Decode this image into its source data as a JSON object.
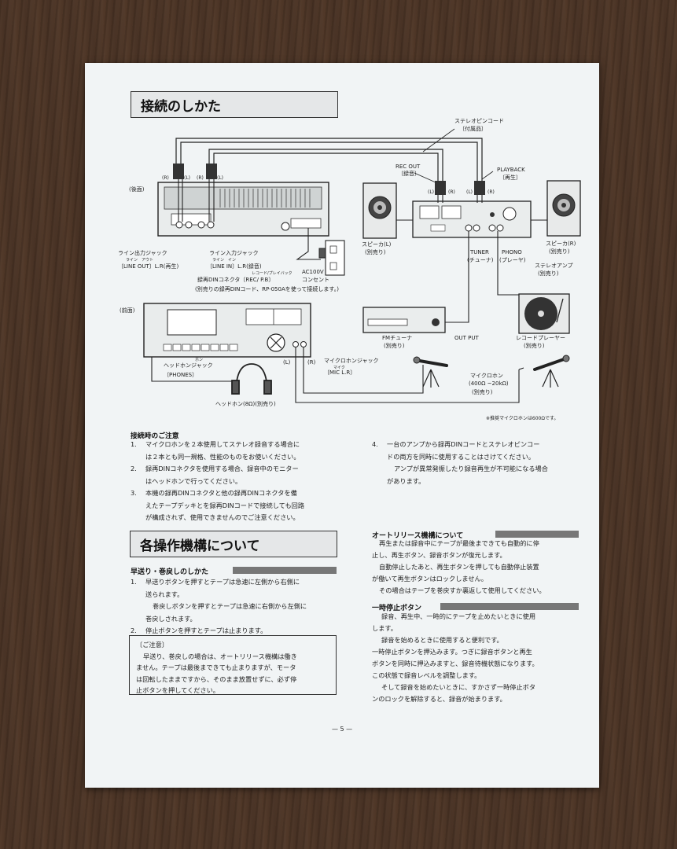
{
  "connect_section": {
    "title": "接続のしかた",
    "labels": {
      "stereo_pin_cord": "ステレオピンコード",
      "supplied": "〔付属品〕",
      "rec_out": "REC OUT",
      "rec_out_jp": "〔録音〕",
      "playback": "PLAYBACK",
      "playback_jp": "〔再生〕",
      "rear": "(後面)",
      "front": "(前面)",
      "r": "(R)",
      "l": "(L)",
      "line_out_jack": "ライン出力ジャック",
      "line_out_ruby": "ライン　アウト",
      "line_out": "〔LINE OUT〕L.R(再生)",
      "line_in_jack": "ライン入力ジャック",
      "line_in_ruby": "ライン　イン",
      "line_in": "〔LINE IN〕L.R(録音)",
      "din_ruby": "レコード/プレイバック",
      "din": "録再DINコネクタ〔REC/ P.B〕",
      "din_note": "(別売りの録再DINコード、RP-050Aを使って接続します。)",
      "ac100v": "AC100V",
      "outlet": "コンセント",
      "speaker_l": "スピーカ(L)",
      "speaker_r": "スピーカ(R)",
      "sold_separately": "(別売り)",
      "tuner": "TUNER",
      "tuner_jp": "(チューナ)",
      "phono": "PHONO",
      "phono_jp": "(プレーヤ)",
      "stereo_amp": "ステレオアンプ",
      "fm_tuner": "FMチューナ",
      "output": "OUT PUT",
      "record_player": "レコードプレーヤー",
      "headphone_jack": "ヘッドホンジャック",
      "phones_ruby": "ホン",
      "phones": "〔PHONES〕",
      "mic_jack": "マイクロホンジャック",
      "mic_ruby": "マイク",
      "mic": "〔MIC L.R〕",
      "headphone": "ヘッドホン(8Ω)(別売り)",
      "microphone": "マイクロホン",
      "mic_spec": "(400Ω ~20kΩ)",
      "recommended_mic": "※推奨マイクロホンは600Ωです。"
    }
  },
  "cautions": {
    "title": "接続時のご注意",
    "items_left": [
      [
        "1.",
        "マイクロホンを２本使用してステレオ録音する場合に"
      ],
      [
        "",
        "は２本とも同一規格、性能のものをお使いください。"
      ],
      [
        "2.",
        "録再DINコネクタを使用する場合、録音中のモニター"
      ],
      [
        "",
        "はヘッドホンで行ってください。"
      ],
      [
        "3.",
        "本機の録再DINコネクタと他の録再DINコネクタを備"
      ],
      [
        "",
        "えたテープデッキとを録再DINコードで接続しても回路"
      ],
      [
        "",
        "が構成されず、使用できませんのでご注意ください。"
      ]
    ],
    "items_right": [
      [
        "4.",
        "一台のアンプから録再DINコードとステレオピンコー"
      ],
      [
        "",
        "ドの両方を同時に使用することはさけてください。"
      ],
      [
        "",
        "アンプが異常発振したり録音再生が不可能になる場合"
      ],
      [
        "",
        "があります。"
      ]
    ]
  },
  "operation_section": {
    "title": "各操作機構について",
    "ff_rew": {
      "title": "早送り・巻戻しのしかた",
      "lines": [
        [
          "1.",
          "早送りボタンを押すとテープは急速に左側から右側に"
        ],
        [
          "",
          "送られます。"
        ],
        [
          "",
          "巻戻しボタンを押すとテープは急速に右側から左側に"
        ],
        [
          "",
          "巻戻しされます。"
        ],
        [
          "2.",
          "停止ボタンを押すとテープは止まります。"
        ]
      ]
    },
    "note": {
      "title": "〔ご注意〕",
      "lines": [
        "早送り、巻戻しの場合は、オートリリース機構は働き",
        "ません。テープは最後まできても止まりますが、モータ",
        "は回転したままですから、そのまま放置せずに、必ず停",
        "止ボタンを押してください。"
      ]
    },
    "auto_release": {
      "title": "オートリリース機構について",
      "lines": [
        "再生または録音中にテープが最後まできても自動的に停",
        "止し、再生ボタン、録音ボタンが復元します。",
        "自動停止したあと、再生ボタンを押しても自動停止装置",
        "が働いて再生ボタンはロックしません。",
        "その場合はテープを巻戻すか裏返して使用してください。"
      ]
    },
    "pause": {
      "title": "一時停止ボタン",
      "lines": [
        "録音、再生中、一時的にテープを止めたいときに使用",
        "します。",
        "録音を始めるときに使用すると便利です。",
        "一時停止ボタンを押込みます。つぎに録音ボタンと再生",
        "ボタンを同時に押込みますと、録音待機状態になります。",
        "この状態で録音レベルを調整します。",
        "そして録音を始めたいときに、すかさず一時停止ボタ",
        "ンのロックを解除すると、録音が始まります。"
      ]
    }
  },
  "page_number": "— 5 —"
}
